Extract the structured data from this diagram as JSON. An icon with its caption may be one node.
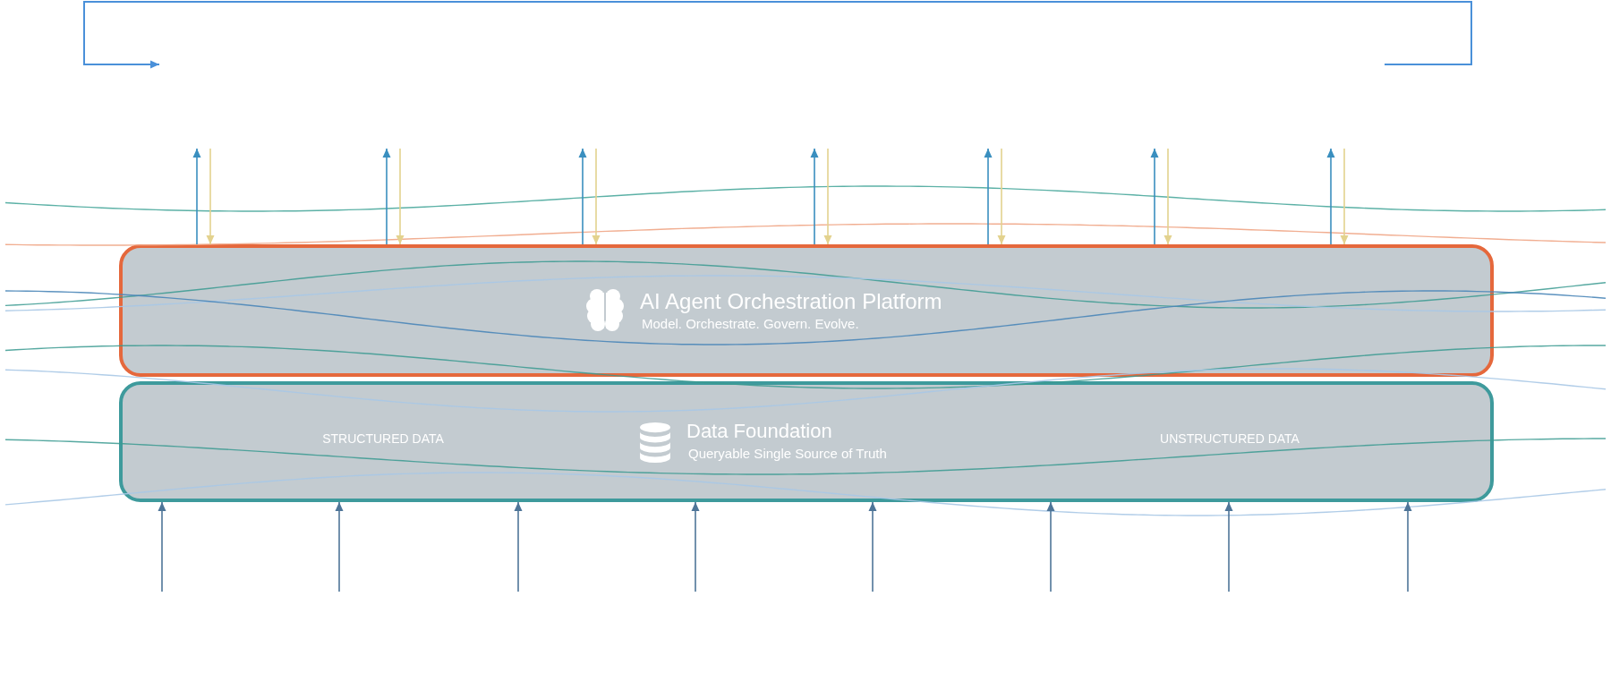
{
  "diagram": {
    "nodes": [
      {
        "text": [
          "AI Agent Orchestration Platform",
          "Model. Orchestrate. Govern. Evolve."
        ]
      },
      {
        "text": [
          "STRUCTURED DATA",
          "Data Foundation",
          "Queryable Single Source of Truth",
          "UNSTRUCTURED DATA"
        ]
      }
    ],
    "edges": [
      {
        "from": 0,
        "to": null,
        "arrow": "to",
        "color": "#3a8fbf"
      },
      {
        "from": null,
        "to": 0,
        "arrow": "to",
        "color": "#e3d28e"
      },
      {
        "from": 0,
        "to": null,
        "arrow": "to",
        "color": "#3a8fbf"
      },
      {
        "from": null,
        "to": 0,
        "arrow": "to",
        "color": "#e3d28e"
      },
      {
        "from": 0,
        "to": null,
        "arrow": "to",
        "color": "#3a8fbf"
      },
      {
        "from": null,
        "to": 0,
        "arrow": "to",
        "color": "#e3d28e"
      },
      {
        "from": 0,
        "to": null,
        "arrow": "to",
        "color": "#3a8fbf"
      },
      {
        "from": null,
        "to": 0,
        "arrow": "to",
        "color": "#e3d28e"
      },
      {
        "from": 0,
        "to": null,
        "arrow": "to",
        "color": "#3a8fbf"
      },
      {
        "from": null,
        "to": 0,
        "arrow": "to",
        "color": "#e3d28e"
      },
      {
        "from": 0,
        "to": null,
        "arrow": "to",
        "color": "#3a8fbf"
      },
      {
        "from": null,
        "to": 0,
        "arrow": "to",
        "color": "#e3d28e"
      },
      {
        "from": 0,
        "to": null,
        "arrow": "to",
        "color": "#3a8fbf"
      },
      {
        "from": null,
        "to": 0,
        "arrow": "to",
        "color": "#e3d28e"
      },
      {
        "from": null,
        "to": 1,
        "arrow": "to"
      },
      {
        "from": null,
        "to": 1,
        "arrow": "to"
      },
      {
        "from": null,
        "to": 1,
        "arrow": "to"
      },
      {
        "from": null,
        "to": 1,
        "arrow": "to"
      },
      {
        "from": null,
        "to": 1,
        "arrow": "to"
      },
      {
        "from": null,
        "to": 1,
        "arrow": "to"
      },
      {
        "from": null,
        "to": 1,
        "arrow": "to"
      },
      {
        "from": null,
        "to": 1,
        "arrow": "to"
      }
    ]
  }
}
